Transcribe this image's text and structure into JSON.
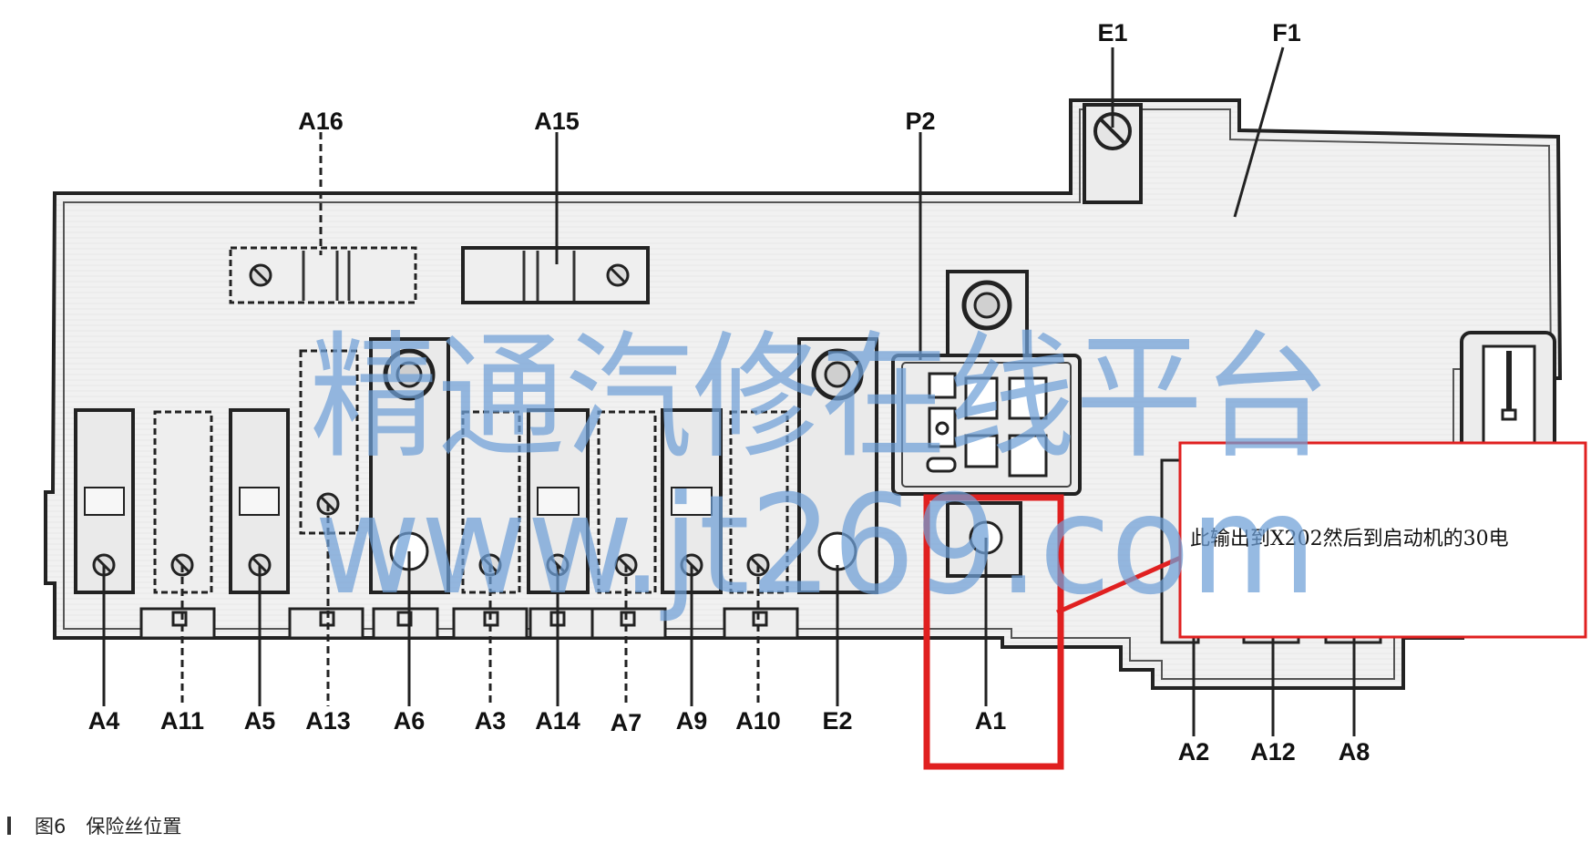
{
  "labels": {
    "A1": "A1",
    "A2": "A2",
    "A3": "A3",
    "A4": "A4",
    "A5": "A5",
    "A6": "A6",
    "A7": "A7",
    "A8": "A8",
    "A9": "A9",
    "A10": "A10",
    "A11": "A11",
    "A12": "A12",
    "A13": "A13",
    "A14": "A14",
    "A15": "A15",
    "A16": "A16",
    "E1": "E1",
    "E2": "E2",
    "F1": "F1",
    "P2": "P2"
  },
  "annotation": {
    "text": "此输出到X202然后到启动机的30电"
  },
  "watermark": {
    "line1": "精通汽修在线平台",
    "line2": "www.jt269.com"
  },
  "caption": {
    "figure": "图6",
    "title": "保险丝位置"
  },
  "colors": {
    "highlight": "#e02020",
    "watermark": "#6fa0d8",
    "body": "#f3f3f3",
    "outline": "#222222"
  }
}
